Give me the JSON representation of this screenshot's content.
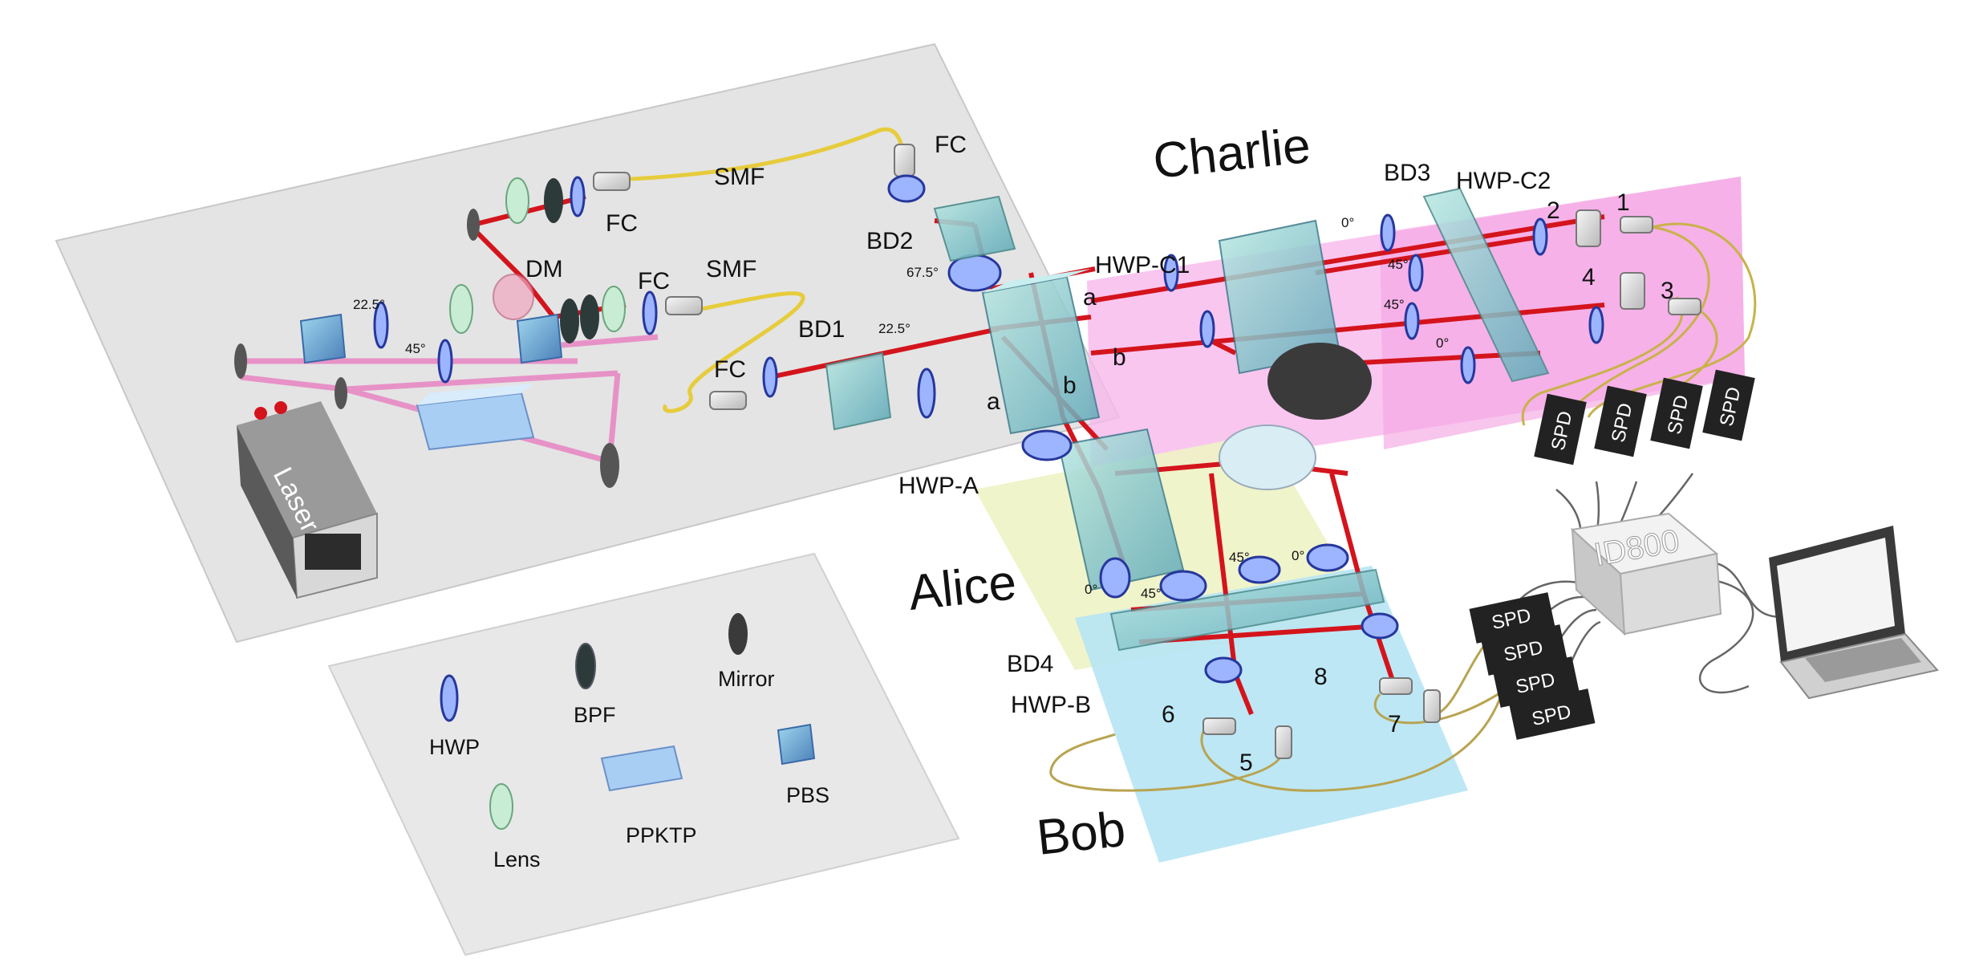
{
  "labels": {
    "fc1": "FC",
    "fc2": "FC",
    "fc3": "FC",
    "fc4": "FC",
    "smf1": "SMF",
    "smf2": "SMF",
    "dm": "DM",
    "bd1": "BD1",
    "bd2": "BD2",
    "bd3": "BD3",
    "bd4": "BD4",
    "hwp_c1": "HWP-C1",
    "hwp_c2": "HWP-C2",
    "hwp_a": "HWP-A",
    "hwp_b": "HWP-B",
    "laser": "Laser",
    "id800": "ID800",
    "spd": "SPD",
    "path_a1": "a",
    "path_a2": "a",
    "path_b1": "b",
    "path_b2": "b",
    "charlie": "Charlie",
    "alice": "Alice",
    "bob": "Bob",
    "ang_225_1": "22.5°",
    "ang_45_1": "45°",
    "ang_225_2": "22.5°",
    "ang_675": "67.5°",
    "ang_0_c1": "0°",
    "ang_45_c1": "45°",
    "ang_45_c2": "45°",
    "ang_0_c2": "0°",
    "ang_45_a": "45°",
    "ang_0_a": "0°",
    "ang_0_b": "0°",
    "ang_45_b": "45°",
    "det1": "1",
    "det2": "2",
    "det3": "3",
    "det4": "4",
    "det5": "5",
    "det6": "6",
    "det7": "7",
    "det8": "8"
  },
  "legend": {
    "hwp": "HWP",
    "bpf": "BPF",
    "mirror": "Mirror",
    "lens": "Lens",
    "ppktp": "PPKTP",
    "pbs": "PBS"
  },
  "colors": {
    "beam_red": "#d4141c",
    "pump_pink": "#e88ac4",
    "fiber_yellow": "#e6cc3c",
    "charlie_plane": "#f7b8ec",
    "alice_plane": "#eef3c4",
    "bob_plane": "#b6e4f4",
    "grey_plane": "#e4e4e4",
    "hwp_blue": "#3a4fb8"
  }
}
